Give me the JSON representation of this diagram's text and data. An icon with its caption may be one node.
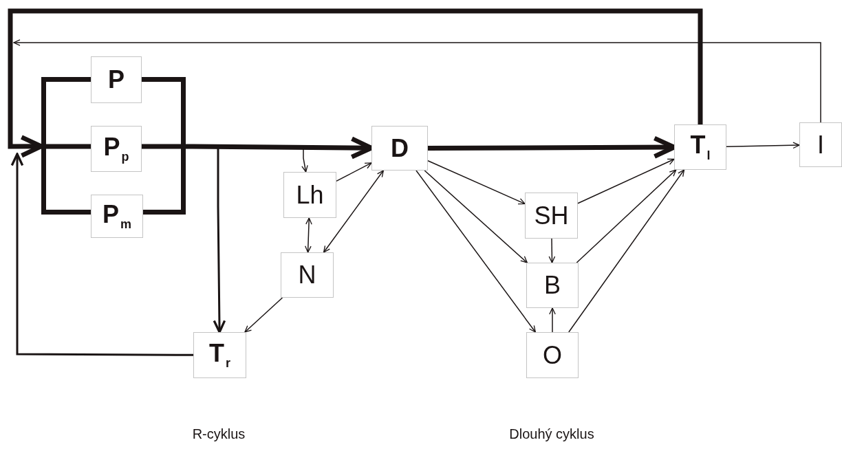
{
  "diagram": {
    "nodes": [
      {
        "text": [],
        "shape": "box"
      },
      {
        "text": [
          "P"
        ]
      },
      {
        "text": [
          "P$_{p}$"
        ],
        "in": 0
      },
      {
        "text": [
          "P$_{m}$"
        ]
      },
      {
        "text": [
          "Lh"
        ]
      },
      {
        "text": [
          "D"
        ]
      },
      {
        "text": [
          "N"
        ]
      },
      {
        "text": [
          "T$_{r}$"
        ]
      },
      {
        "text": [
          "SH"
        ]
      },
      {
        "text": [
          "B"
        ]
      },
      {
        "text": [
          "O"
        ]
      },
      {
        "text": [
          "T$_{l}$"
        ]
      },
      {
        "text": [
          "I"
        ]
      }
    ],
    "edges": [
      {
        "from": 11,
        "to": 0,
        "arrow": "to",
        "style": "thick"
      },
      {
        "from": 0,
        "to": 5,
        "arrow": "to",
        "style": "thick"
      },
      {
        "from": 5,
        "to": 11,
        "arrow": "to",
        "style": "thick"
      },
      {
        "from": 0,
        "to": 7,
        "arrow": "to"
      },
      {
        "from": 0,
        "to": 4,
        "arrow": "to"
      },
      {
        "from": 7,
        "to": null,
        "arrow": "to"
      },
      {
        "from": 4,
        "to": 5,
        "arrow": "to"
      },
      {
        "from": 4,
        "to": 6,
        "arrow": "both"
      },
      {
        "from": 6,
        "to": 5,
        "arrow": "both"
      },
      {
        "from": 6,
        "to": 7,
        "arrow": "to"
      },
      {
        "from": 5,
        "to": 8,
        "arrow": "to"
      },
      {
        "from": 5,
        "to": 9,
        "arrow": "to"
      },
      {
        "from": 5,
        "to": 10,
        "arrow": "to"
      },
      {
        "from": 8,
        "to": 9,
        "arrow": "to"
      },
      {
        "from": 10,
        "to": 9,
        "arrow": "to"
      },
      {
        "from": 8,
        "to": 11,
        "arrow": "to"
      },
      {
        "from": 9,
        "to": 11,
        "arrow": "to"
      },
      {
        "from": 10,
        "to": 11,
        "arrow": "to"
      },
      {
        "from": 11,
        "to": 12,
        "arrow": "to"
      },
      {
        "from": 12,
        "to": null,
        "arrow": "to"
      }
    ],
    "labels": [
      "R-cyklus",
      "Dlouhý cyklus"
    ]
  }
}
